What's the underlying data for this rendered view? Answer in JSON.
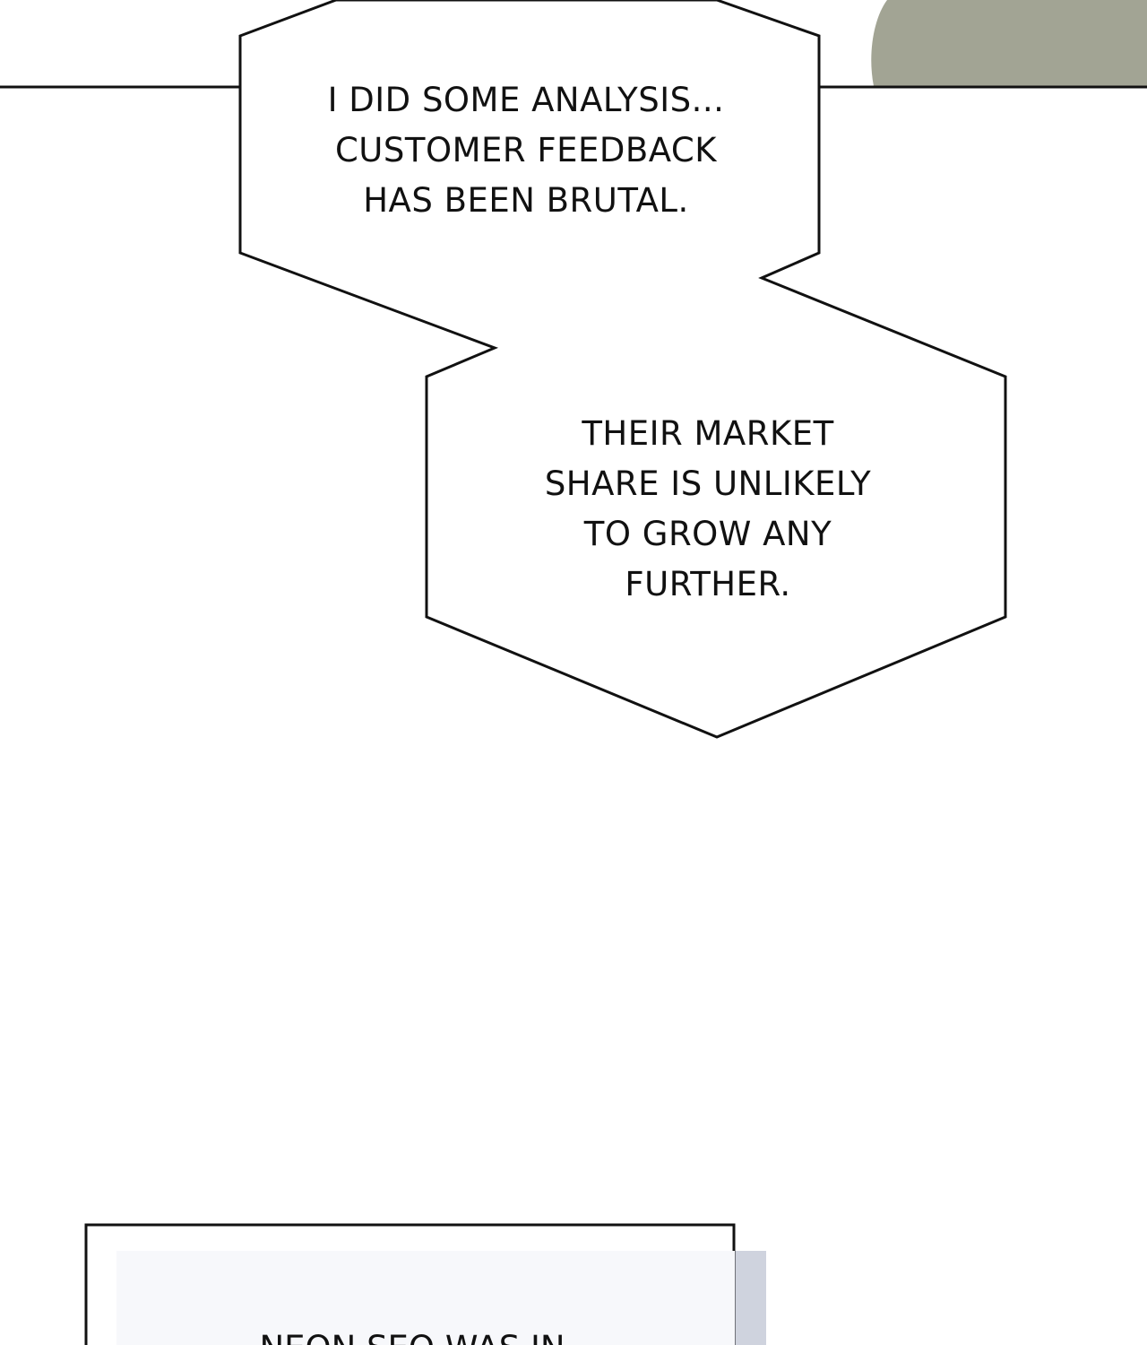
{
  "bubble_1": {
    "lines": [
      "I DID SOME ANALYSIS...",
      "CUSTOMER FEEDBACK",
      "HAS BEEN BRUTAL."
    ]
  },
  "bubble_2": {
    "lines": [
      "THEIR MARKET",
      "SHARE IS UNLIKELY",
      "TO GROW ANY",
      "FURTHER."
    ]
  },
  "caption_box": {
    "partial_text": "NEON SEO WAS IN"
  },
  "colors": {
    "line": "#111111",
    "background": "#ffffff",
    "gray_shape": "#a2a494",
    "caption_shadow": "#cfd3de",
    "caption_inner": "#f7f8fb"
  }
}
